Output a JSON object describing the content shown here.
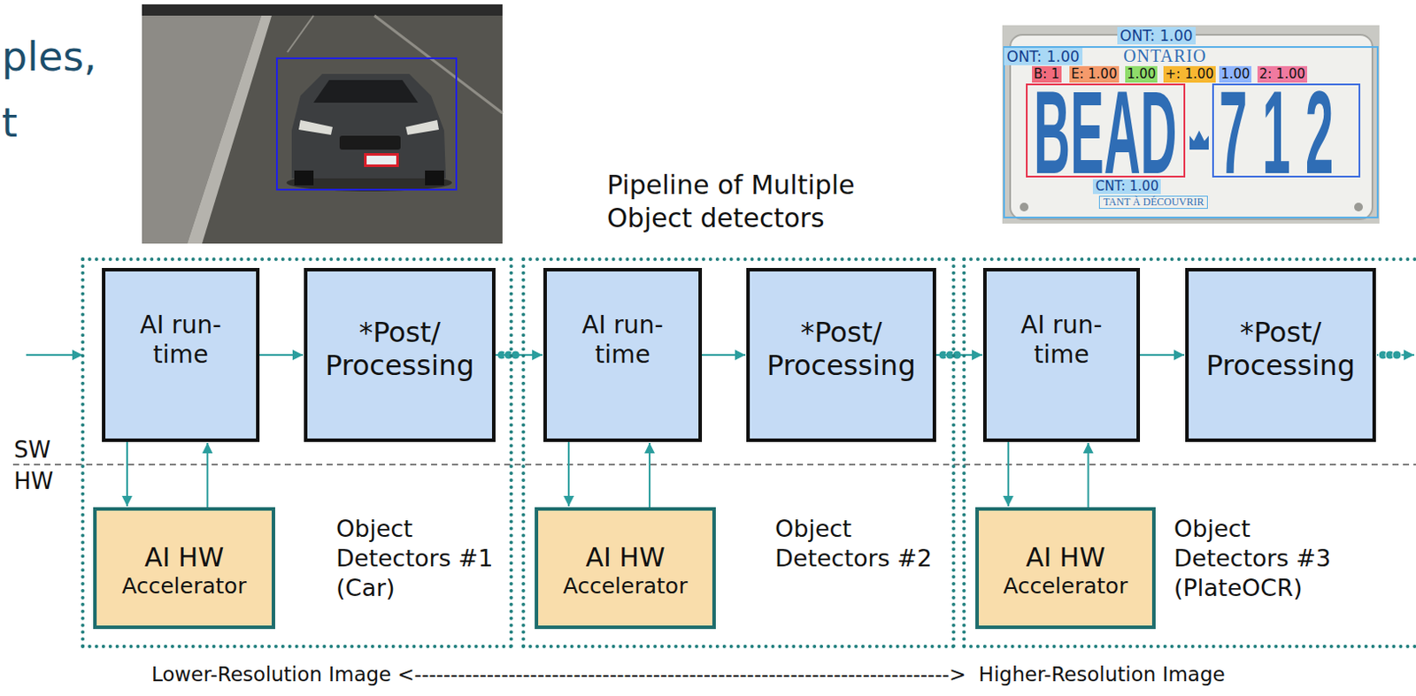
{
  "diagram": {
    "nodes": [
      {
        "text": [
          "Object Detectors #1 (Car)"
        ]
      },
      {
        "text": [
          "AI run-time"
        ],
        "in": 0
      },
      {
        "text": [
          "*Post/ Processing"
        ],
        "in": 0
      },
      {
        "text": [
          "AI HW",
          "Accelerator"
        ],
        "in": 0
      },
      {
        "text": [
          "Object Detectors #2"
        ]
      },
      {
        "text": [
          "AI run-time"
        ],
        "in": 4
      },
      {
        "text": [
          "*Post/ Processing"
        ],
        "in": 4
      },
      {
        "text": [
          "AI HW",
          "Accelerator"
        ],
        "in": 4
      },
      {
        "text": [
          "Object Detectors #3 (PlateOCR)"
        ]
      },
      {
        "text": [
          "AI run-time"
        ],
        "in": 8
      },
      {
        "text": [
          "*Post/ Processing"
        ],
        "in": 8
      },
      {
        "text": [
          "AI HW",
          "Accelerator"
        ],
        "in": 8
      }
    ],
    "edges": [
      {
        "from": 1,
        "to": 2,
        "arrow": "to"
      },
      {
        "from": 1,
        "to": 3,
        "arrow": "to"
      },
      {
        "from": 3,
        "to": 1,
        "arrow": "to"
      },
      {
        "from": 2,
        "to": 5,
        "arrow": "to"
      },
      {
        "from": 5,
        "to": 6,
        "arrow": "to"
      },
      {
        "from": 5,
        "to": 7,
        "arrow": "to"
      },
      {
        "from": 7,
        "to": 5,
        "arrow": "to"
      },
      {
        "from": 6,
        "to": 9,
        "arrow": "to"
      },
      {
        "from": 9,
        "to": 10,
        "arrow": "to"
      },
      {
        "from": 9,
        "to": 11,
        "arrow": "to"
      },
      {
        "from": 11,
        "to": 9,
        "arrow": "to"
      }
    ],
    "labels": [
      "ples,",
      "t",
      "Pipeline of Multiple Object detectors",
      "SW",
      "HW",
      "Lower-Resolution Image <-------------------------------------------------------------------------->  Higher-Resolution Image",
      "ONT: 1.00",
      "ONT: 1.00",
      "ONTARIO",
      "B: 1",
      "E: 1.00",
      "1.00",
      "+: 1.00",
      "1.00",
      "2: 1.00",
      "BEAD",
      "712",
      "CNT: 1.00",
      "TANT À DÉCOUVRIR"
    ]
  }
}
